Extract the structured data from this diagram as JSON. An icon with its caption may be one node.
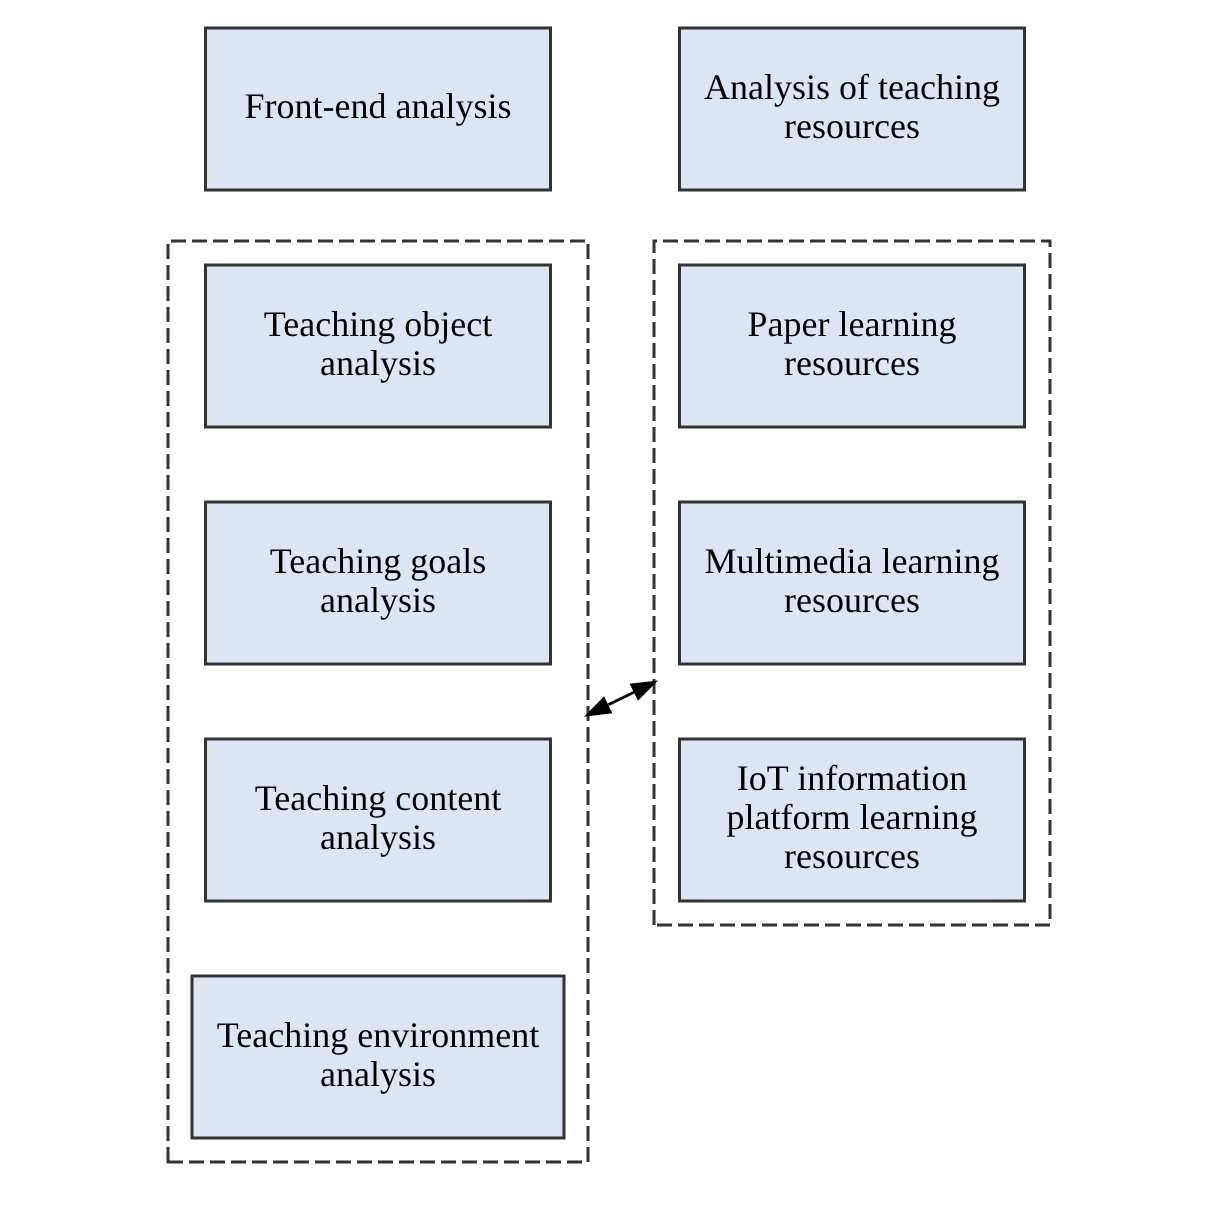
{
  "diagram": {
    "nodes": [
      {
        "text": [
          "Front-end analysis"
        ]
      },
      {
        "text": [
          "Analysis of teaching resources"
        ]
      },
      {
        "text": [],
        "shape": "box"
      },
      {
        "text": [
          "Teaching object analysis"
        ],
        "in": 2
      },
      {
        "text": [
          "Teaching goals analysis"
        ],
        "in": 2
      },
      {
        "text": [
          "Teaching content analysis"
        ],
        "in": 2
      },
      {
        "text": [
          "Teaching environment analysis"
        ],
        "in": 2
      },
      {
        "text": [],
        "shape": "box"
      },
      {
        "text": [
          "Paper learning resources"
        ],
        "in": 7
      },
      {
        "text": [
          "Multimedia learning resources"
        ],
        "in": 7
      },
      {
        "text": [
          "IoT information platform learning resources"
        ],
        "in": 7
      }
    ],
    "edges": [
      {
        "from": 2,
        "to": 7,
        "arrow": "both"
      }
    ]
  }
}
